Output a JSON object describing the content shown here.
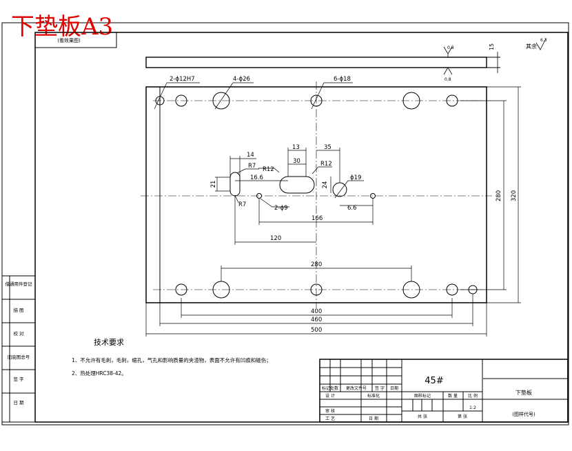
{
  "sheet": {
    "title": "下垫板A3",
    "view_note": "(看效果图)",
    "roughness_top": "0.8",
    "roughness_bottom": "0.8",
    "roughness_rest_label": "其余",
    "roughness_rest_value": "6.3"
  },
  "side_labels": [
    "借通用件登记",
    "描 图",
    "校 对",
    "旧底图总号",
    "签 字",
    "日 期"
  ],
  "dimensions": {
    "holes_12": "2-ϕ12H7",
    "holes_26": "4-ϕ26",
    "holes_18": "6-ϕ18",
    "d14": "14",
    "r7_top": "R7",
    "r7_bottom": "R7",
    "d21": "21",
    "d16_6": "16.6",
    "r12_left": "R12",
    "d13": "13",
    "d30": "30",
    "d35": "35",
    "r12_right": "R12",
    "d24": "24",
    "phi19": "ϕ19",
    "holes_9": "2-ϕ9",
    "d6_6": "6.6",
    "d166": "166",
    "d120": "120",
    "d280_top": "280",
    "d400": "400",
    "d460": "460",
    "d500": "500",
    "d280_side": "280",
    "d320": "320",
    "d15": "15"
  },
  "tech": {
    "title": "技术要求",
    "line1": "1、不允许有毛刺，毛刺，缩孔，气孔和影响质量的夹渣物，表面不允许有凹痕和碰伤；",
    "line2": "2、热处理HRC38-42。"
  },
  "title_block": {
    "material": "45#",
    "part_name": "下垫板",
    "drawing_no": "(图样代号)",
    "col_labels": [
      "标记处数",
      "更改文件号",
      "签 字",
      "日期"
    ],
    "row_labels": [
      "设 计",
      "标准化",
      "审 核",
      "工 艺",
      "日 期"
    ],
    "stage_labels": [
      "图样标记",
      "数 量",
      "比 例"
    ],
    "scale": "1:2",
    "sheets_total": "共 张",
    "sheet_no": "第 张"
  }
}
